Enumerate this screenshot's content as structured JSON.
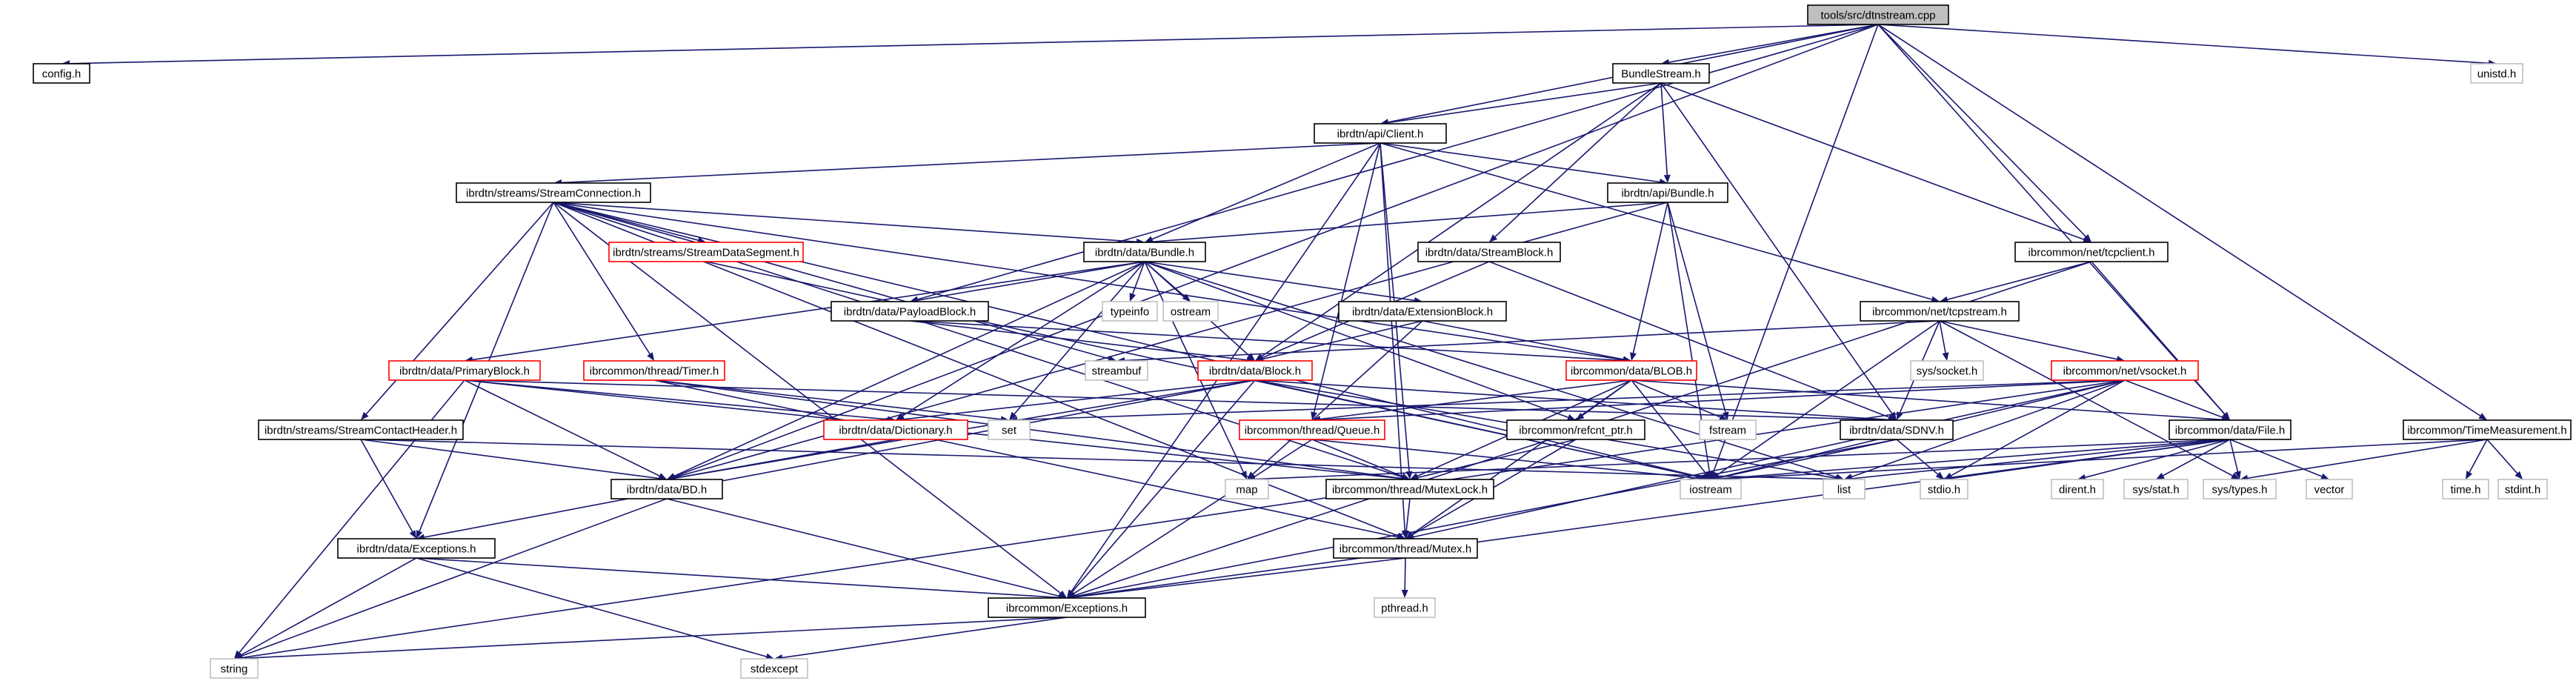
{
  "graph": {
    "colors": {
      "edge": "#191970",
      "text": "#000000",
      "border_normal": "#000000",
      "border_truncated": "#ff0000",
      "border_leaf": "#bfbfbf",
      "fill_root": "#bfbfbf",
      "fill_default": "#ffffff"
    },
    "nodes": [
      {
        "id": "root",
        "label": "tools/src/dtnstream.cpp",
        "kind": "root"
      },
      {
        "id": "config",
        "label": "config.h",
        "kind": "normal"
      },
      {
        "id": "bundlestream",
        "label": "BundleStream.h",
        "kind": "normal"
      },
      {
        "id": "unistd",
        "label": "unistd.h",
        "kind": "leaf"
      },
      {
        "id": "client",
        "label": "ibrdtn/api/Client.h",
        "kind": "normal"
      },
      {
        "id": "streamconn",
        "label": "ibrdtn/streams/StreamConnection.h",
        "kind": "normal"
      },
      {
        "id": "apibundle",
        "label": "ibrdtn/api/Bundle.h",
        "kind": "normal"
      },
      {
        "id": "tcpclient",
        "label": "ibrcommon/net/tcpclient.h",
        "kind": "normal"
      },
      {
        "id": "databundle",
        "label": "ibrdtn/data/Bundle.h",
        "kind": "normal"
      },
      {
        "id": "streamdataseg",
        "label": "ibrdtn/streams/StreamDataSegment.h",
        "kind": "truncated"
      },
      {
        "id": "streamblock",
        "label": "ibrdtn/data/StreamBlock.h",
        "kind": "normal"
      },
      {
        "id": "tcpstream",
        "label": "ibrcommon/net/tcpstream.h",
        "kind": "normal"
      },
      {
        "id": "payloadblock",
        "label": "ibrdtn/data/PayloadBlock.h",
        "kind": "normal"
      },
      {
        "id": "typeinfo",
        "label": "typeinfo",
        "kind": "leaf"
      },
      {
        "id": "ostream",
        "label": "ostream",
        "kind": "leaf"
      },
      {
        "id": "extblock",
        "label": "ibrdtn/data/ExtensionBlock.h",
        "kind": "normal"
      },
      {
        "id": "primaryblock",
        "label": "ibrdtn/data/PrimaryBlock.h",
        "kind": "truncated"
      },
      {
        "id": "timer",
        "label": "ibrcommon/thread/Timer.h",
        "kind": "truncated"
      },
      {
        "id": "streambuf",
        "label": "streambuf",
        "kind": "leaf"
      },
      {
        "id": "block",
        "label": "ibrdtn/data/Block.h",
        "kind": "truncated"
      },
      {
        "id": "blob",
        "label": "ibrcommon/data/BLOB.h",
        "kind": "truncated"
      },
      {
        "id": "syssocket",
        "label": "sys/socket.h",
        "kind": "leaf"
      },
      {
        "id": "vsocket",
        "label": "ibrcommon/net/vsocket.h",
        "kind": "truncated"
      },
      {
        "id": "streamcontacthdr",
        "label": "ibrdtn/streams/StreamContactHeader.h",
        "kind": "normal"
      },
      {
        "id": "set",
        "label": "set",
        "kind": "leaf"
      },
      {
        "id": "dictionary",
        "label": "ibrdtn/data/Dictionary.h",
        "kind": "truncated"
      },
      {
        "id": "queue",
        "label": "ibrcommon/thread/Queue.h",
        "kind": "truncated"
      },
      {
        "id": "refcnt",
        "label": "ibrcommon/refcnt_ptr.h",
        "kind": "normal"
      },
      {
        "id": "fstream",
        "label": "fstream",
        "kind": "leaf"
      },
      {
        "id": "sdnv",
        "label": "ibrdtn/data/SDNV.h",
        "kind": "normal"
      },
      {
        "id": "file",
        "label": "ibrcommon/data/File.h",
        "kind": "normal"
      },
      {
        "id": "timemeasure",
        "label": "ibrcommon/TimeMeasurement.h",
        "kind": "normal"
      },
      {
        "id": "bd",
        "label": "ibrdtn/data/BD.h",
        "kind": "normal"
      },
      {
        "id": "map",
        "label": "map",
        "kind": "leaf"
      },
      {
        "id": "mutexlock",
        "label": "ibrcommon/thread/MutexLock.h",
        "kind": "normal"
      },
      {
        "id": "iostream",
        "label": "iostream",
        "kind": "leaf"
      },
      {
        "id": "list",
        "label": "list",
        "kind": "leaf"
      },
      {
        "id": "stdio",
        "label": "stdio.h",
        "kind": "leaf"
      },
      {
        "id": "dirent",
        "label": "dirent.h",
        "kind": "leaf"
      },
      {
        "id": "sysstat",
        "label": "sys/stat.h",
        "kind": "leaf"
      },
      {
        "id": "systypes",
        "label": "sys/types.h",
        "kind": "leaf"
      },
      {
        "id": "vector",
        "label": "vector",
        "kind": "leaf"
      },
      {
        "id": "timeh",
        "label": "time.h",
        "kind": "leaf"
      },
      {
        "id": "stdint",
        "label": "stdint.h",
        "kind": "leaf"
      },
      {
        "id": "dataexceptions",
        "label": "ibrdtn/data/Exceptions.h",
        "kind": "normal"
      },
      {
        "id": "mutex",
        "label": "ibrcommon/thread/Mutex.h",
        "kind": "normal"
      },
      {
        "id": "pthread",
        "label": "pthread.h",
        "kind": "leaf"
      },
      {
        "id": "cexceptions",
        "label": "ibrcommon/Exceptions.h",
        "kind": "normal"
      },
      {
        "id": "string",
        "label": "string",
        "kind": "leaf"
      },
      {
        "id": "stdexcept",
        "label": "stdexcept",
        "kind": "leaf"
      }
    ],
    "edges": [
      [
        "root",
        "config"
      ],
      [
        "root",
        "bundlestream"
      ],
      [
        "root",
        "unistd"
      ],
      [
        "root",
        "client"
      ],
      [
        "root",
        "tcpclient"
      ],
      [
        "root",
        "payloadblock"
      ],
      [
        "root",
        "file"
      ],
      [
        "root",
        "timemeasure"
      ],
      [
        "root",
        "bd"
      ],
      [
        "root",
        "iostream"
      ],
      [
        "bundlestream",
        "client"
      ],
      [
        "bundlestream",
        "apibundle"
      ],
      [
        "bundlestream",
        "streamblock"
      ],
      [
        "bundlestream",
        "tcpclient"
      ],
      [
        "bundlestream",
        "block"
      ],
      [
        "bundlestream",
        "sdnv"
      ],
      [
        "client",
        "streamconn"
      ],
      [
        "client",
        "apibundle"
      ],
      [
        "client",
        "databundle"
      ],
      [
        "client",
        "tcpstream"
      ],
      [
        "client",
        "queue"
      ],
      [
        "client",
        "mutexlock"
      ],
      [
        "client",
        "mutex"
      ],
      [
        "client",
        "cexceptions"
      ],
      [
        "streamconn",
        "databundle"
      ],
      [
        "streamconn",
        "streamdataseg"
      ],
      [
        "streamconn",
        "timer"
      ],
      [
        "streamconn",
        "streamcontacthdr"
      ],
      [
        "streamconn",
        "dataexceptions"
      ],
      [
        "streamconn",
        "streambuf"
      ],
      [
        "streamconn",
        "mutexlock"
      ],
      [
        "streamconn",
        "mutex"
      ],
      [
        "streamconn",
        "cexceptions"
      ],
      [
        "streamconn",
        "iostream"
      ],
      [
        "streamconn",
        "blob"
      ],
      [
        "apibundle",
        "databundle"
      ],
      [
        "apibundle",
        "blob"
      ],
      [
        "apibundle",
        "bd"
      ],
      [
        "apibundle",
        "iostream"
      ],
      [
        "apibundle",
        "fstream"
      ],
      [
        "tcpclient",
        "tcpstream"
      ],
      [
        "tcpclient",
        "file"
      ],
      [
        "tcpclient",
        "cexceptions"
      ],
      [
        "databundle",
        "payloadblock"
      ],
      [
        "databundle",
        "extblock"
      ],
      [
        "databundle",
        "primaryblock"
      ],
      [
        "databundle",
        "block"
      ],
      [
        "databundle",
        "dictionary"
      ],
      [
        "databundle",
        "typeinfo"
      ],
      [
        "databundle",
        "ostream"
      ],
      [
        "databundle",
        "set"
      ],
      [
        "databundle",
        "map"
      ],
      [
        "databundle",
        "list"
      ],
      [
        "databundle",
        "bd"
      ],
      [
        "databundle",
        "refcnt"
      ],
      [
        "streamdataseg",
        "iostream"
      ],
      [
        "streamblock",
        "block"
      ],
      [
        "streamblock",
        "sdnv"
      ],
      [
        "tcpstream",
        "syssocket"
      ],
      [
        "tcpstream",
        "vsocket"
      ],
      [
        "tcpstream",
        "iostream"
      ],
      [
        "tcpstream",
        "streambuf"
      ],
      [
        "tcpstream",
        "systypes"
      ],
      [
        "tcpstream",
        "sdnv"
      ],
      [
        "payloadblock",
        "block"
      ],
      [
        "payloadblock",
        "blob"
      ],
      [
        "extblock",
        "block"
      ],
      [
        "extblock",
        "blob"
      ],
      [
        "extblock",
        "map"
      ],
      [
        "primaryblock",
        "dictionary"
      ],
      [
        "primaryblock",
        "sdnv"
      ],
      [
        "primaryblock",
        "bd"
      ],
      [
        "primaryblock",
        "string"
      ],
      [
        "primaryblock",
        "mutexlock"
      ],
      [
        "timer",
        "set"
      ],
      [
        "timer",
        "mutex"
      ],
      [
        "timer",
        "mutexlock"
      ],
      [
        "block",
        "dictionary"
      ],
      [
        "block",
        "sdnv"
      ],
      [
        "block",
        "bd"
      ],
      [
        "block",
        "list"
      ],
      [
        "block",
        "dataexceptions"
      ],
      [
        "block",
        "cexceptions"
      ],
      [
        "block",
        "iostream"
      ],
      [
        "blob",
        "refcnt"
      ],
      [
        "blob",
        "file"
      ],
      [
        "blob",
        "mutexlock"
      ],
      [
        "blob",
        "mutex"
      ],
      [
        "blob",
        "iostream"
      ],
      [
        "blob",
        "fstream"
      ],
      [
        "blob",
        "queue"
      ],
      [
        "vsocket",
        "file"
      ],
      [
        "vsocket",
        "set"
      ],
      [
        "vsocket",
        "list"
      ],
      [
        "vsocket",
        "mutex"
      ],
      [
        "vsocket",
        "iostream"
      ],
      [
        "vsocket",
        "stdio"
      ],
      [
        "vsocket",
        "string"
      ],
      [
        "vsocket",
        "queue"
      ],
      [
        "streamcontacthdr",
        "dataexceptions"
      ],
      [
        "streamcontacthdr",
        "bd"
      ],
      [
        "streamcontacthdr",
        "list"
      ],
      [
        "dictionary",
        "bd"
      ],
      [
        "queue",
        "mutexlock"
      ],
      [
        "queue",
        "cexceptions"
      ],
      [
        "queue",
        "iostream"
      ],
      [
        "refcnt",
        "mutexlock"
      ],
      [
        "refcnt",
        "mutex"
      ],
      [
        "sdnv",
        "iostream"
      ],
      [
        "sdnv",
        "stdio"
      ],
      [
        "sdnv",
        "cexceptions"
      ],
      [
        "file",
        "list"
      ],
      [
        "file",
        "map"
      ],
      [
        "file",
        "iostream"
      ],
      [
        "file",
        "dirent"
      ],
      [
        "file",
        "sysstat"
      ],
      [
        "file",
        "systypes"
      ],
      [
        "file",
        "vector"
      ],
      [
        "file",
        "cexceptions"
      ],
      [
        "file",
        "stdio"
      ],
      [
        "timemeasure",
        "timeh"
      ],
      [
        "timemeasure",
        "stdint"
      ],
      [
        "timemeasure",
        "systypes"
      ],
      [
        "timemeasure",
        "iostream"
      ],
      [
        "bd",
        "cexceptions"
      ],
      [
        "bd",
        "string"
      ],
      [
        "mutexlock",
        "mutex"
      ],
      [
        "dataexceptions",
        "cexceptions"
      ],
      [
        "dataexceptions",
        "string"
      ],
      [
        "dataexceptions",
        "stdexcept"
      ],
      [
        "mutex",
        "pthread"
      ],
      [
        "mutex",
        "cexceptions"
      ],
      [
        "cexceptions",
        "string"
      ],
      [
        "cexceptions",
        "stdexcept"
      ]
    ]
  }
}
